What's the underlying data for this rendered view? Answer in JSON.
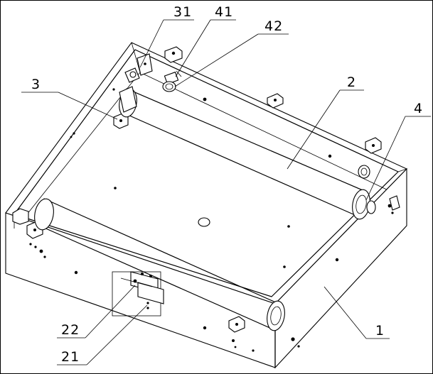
{
  "labels": {
    "l31": "31",
    "l41": "41",
    "l42": "42",
    "l3": "3",
    "l2": "2",
    "l4": "4",
    "l22": "22",
    "l21": "21",
    "l1": "1"
  }
}
